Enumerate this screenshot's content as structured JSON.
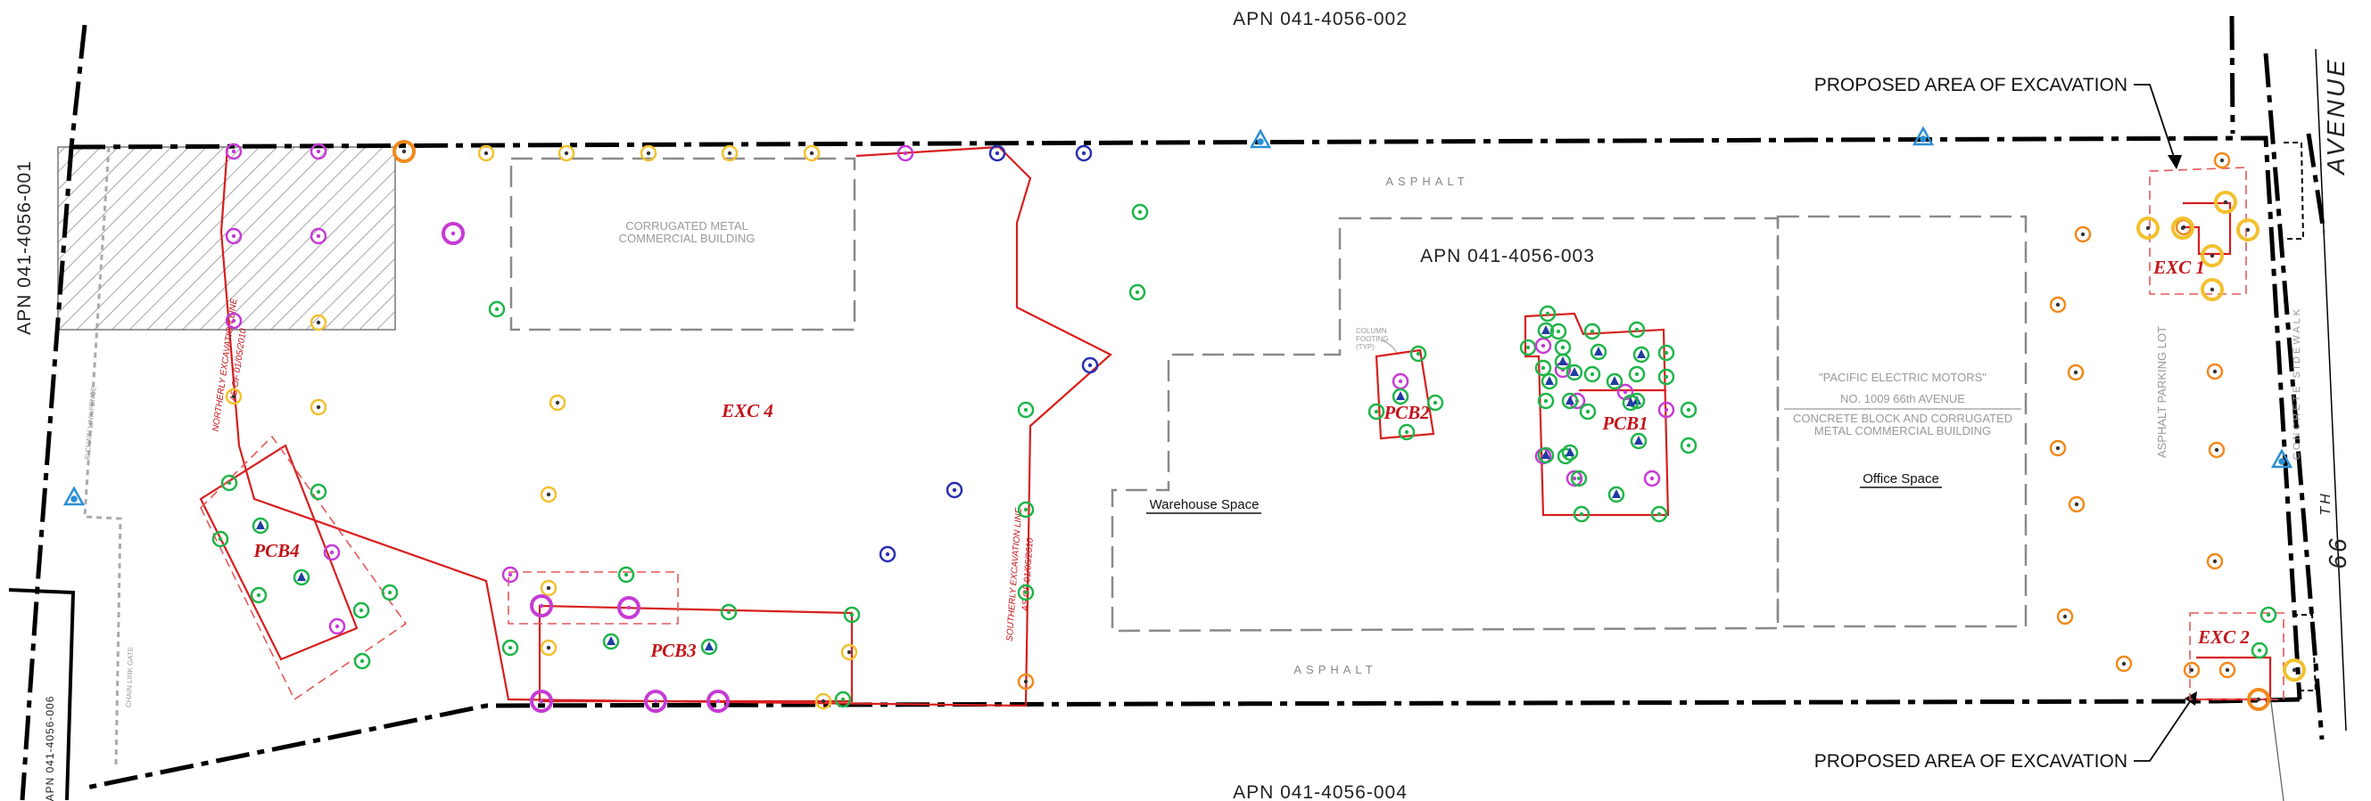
{
  "apn_labels": {
    "north": "APN 041-4056-002",
    "south": "APN 041-4056-004",
    "west": "APN 041-4056-001",
    "west_small": "APN 041-4056-006",
    "center": "APN 041-4056-003"
  },
  "callouts": {
    "top": "PROPOSED AREA OF EXCAVATION",
    "bottom": "PROPOSED AREA OF EXCAVATION"
  },
  "buildings": {
    "corrugated": [
      "CORRUGATED METAL",
      "COMMERCIAL BUILDING"
    ],
    "pacific": [
      "\"PACIFIC ELECTRIC MOTORS\"",
      "NO. 1009 66th AVENUE",
      "CONCRETE BLOCK AND CORRUGATED",
      "METAL COMMERCIAL BUILDING"
    ],
    "warehouse": "Warehouse Space",
    "office": "Office Space"
  },
  "surfaces": {
    "asphalt_north": "ASPHALT",
    "asphalt_south": "ASPHALT",
    "parking": "ASPHALT PARKING LOT",
    "sidewalk": "CONCRETE SIDEWALK",
    "fence": "6' CHAIN LINK FENCE",
    "gate": "CHAIN LINK GATE",
    "footing": [
      "COLUMN",
      "FOOTING",
      "(TYP)"
    ]
  },
  "excavation_areas": {
    "exc1": "EXC 1",
    "exc2": "EXC 2",
    "exc4": "EXC 4",
    "pcb1": "PCB1",
    "pcb2": "PCB2",
    "pcb3": "PCB3",
    "pcb4": "PCB4"
  },
  "excavation_lines": {
    "northerly": [
      "NORTHERLY EXCAVATION LINE",
      "AS OF 01/05/2010"
    ],
    "southerly": [
      "SOUTHERLY EXCAVATION LINE",
      "AS OF 01/05/2010"
    ]
  },
  "street": {
    "name": "AVENUE",
    "number": "66",
    "suffix": "TH"
  },
  "colors": {
    "excavation_line": "#d81e1e",
    "sample_green": "#1fb54a",
    "sample_magenta": "#c63bd6",
    "sample_yellow": "#f2c12e",
    "sample_orange": "#f08a1c",
    "sample_navy": "#2b2fb0",
    "survey_triangle": "#2a8fd6",
    "property_line": "#000000",
    "building_outline": "#8a8a8a"
  },
  "sample_colors_legend": [
    "green",
    "magenta",
    "yellow",
    "orange",
    "navy"
  ]
}
